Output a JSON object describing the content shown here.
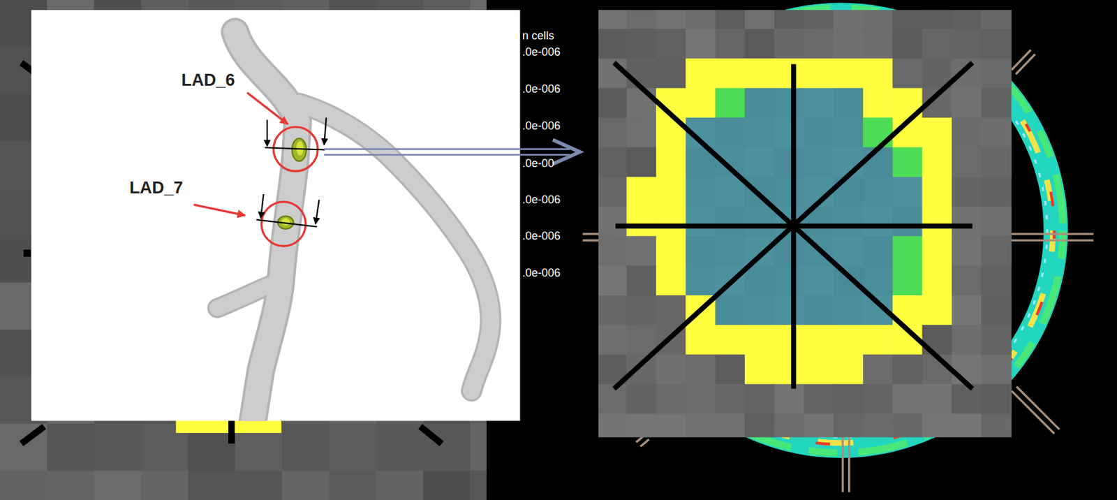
{
  "diagram": {
    "labels": [
      "LAD_6",
      "LAD_7",
      "n cells",
      ".0e-006",
      ".0e-006",
      ".0e-006",
      ".0e-00",
      ".0e-006",
      ".0e-006",
      ".0e-006"
    ]
  }
}
